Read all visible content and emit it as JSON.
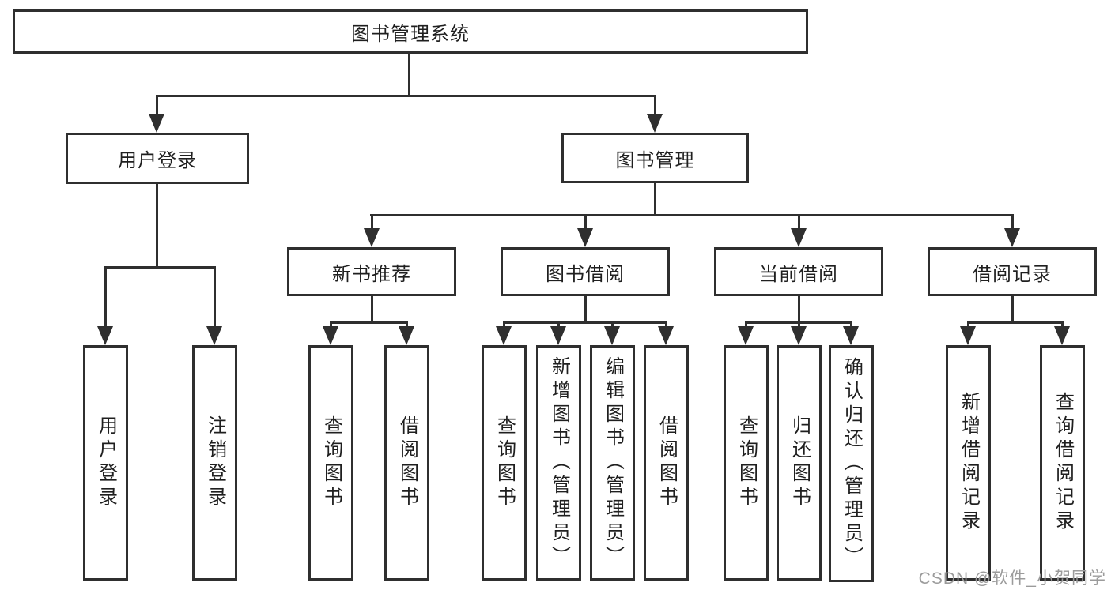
{
  "diagram_title": "图书管理系统",
  "nodes": {
    "root": "图书管理系统",
    "user_login": "用户登录",
    "book_management": "图书管理",
    "level2": [
      "新书推荐",
      "图书借阅",
      "当前借阅",
      "借阅记录"
    ],
    "user_login_children": [
      "用户登录",
      "注销登录"
    ],
    "recommend_children": [
      "查询图书",
      "借阅图书"
    ],
    "borrow_children": [
      "查询图书",
      "新增图书（管理员）",
      "编辑图书（管理员）",
      "借阅图书"
    ],
    "current_children": [
      "查询图书",
      "归还图书",
      "确认归还（管理员）"
    ],
    "records_children": [
      "新增借阅记录",
      "查询借阅记录"
    ]
  },
  "watermark": "CSDN @软件_小贺同学",
  "colors": {
    "line": "#2f2f2f",
    "text": "#1f1f1f",
    "watermark": "#9b9b9b",
    "background": "#ffffff"
  }
}
